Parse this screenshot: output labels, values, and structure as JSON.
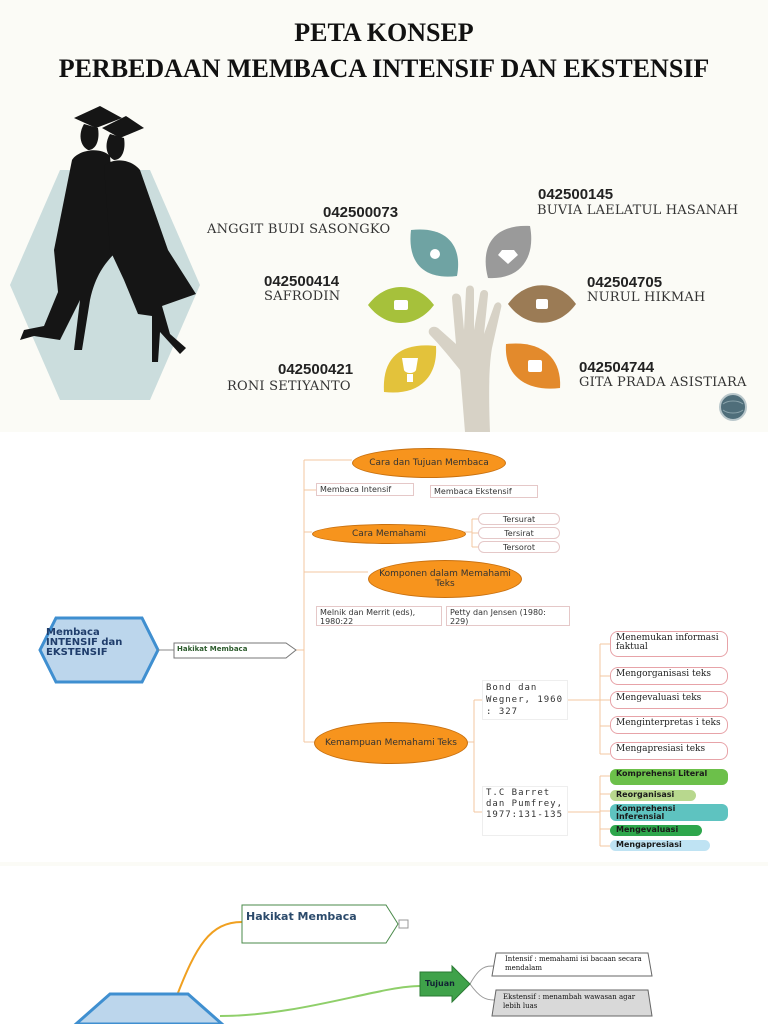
{
  "title": {
    "line1": "PETA KONSEP",
    "line2": "PERBEDAAN MEMBACA INTENSIF DAN EKSTENSIF"
  },
  "members": [
    {
      "id": "042500073",
      "name": "ANGGIT BUDI SASONGKO"
    },
    {
      "id": "042500145",
      "name": "BUVIA LAELATUL HASANAH"
    },
    {
      "id": "042500414",
      "name": "SAFRODIN"
    },
    {
      "id": "042504705",
      "name": "NURUL HIKMAH"
    },
    {
      "id": "042500421",
      "name": "RONI SETIYANTO"
    },
    {
      "id": "042504744",
      "name": "GITA PRADA ASISTIARA"
    }
  ],
  "colors": {
    "teal": "#6fa3a3",
    "grey": "#9a9a9a",
    "green": "#a6c13b",
    "brown": "#9b7b55",
    "yellow": "#e3c23b",
    "orange": "#e38a2c",
    "cloud": "#f7941d",
    "root": "#bcd6ec"
  },
  "mindmap": {
    "root": "Membaca INTENSIF dan EKSTENSIF",
    "main": "Hakikat Membaca",
    "cloud1": "Cara dan Tujuan Membaca",
    "c1_left": "Membaca Intensif",
    "c1_right": "Membaca Ekstensif",
    "cloud2": "Cara Memahami",
    "c2_items": [
      "Tersurat",
      "Tersirat",
      "Tersorot"
    ],
    "cloud3": "Komponen dalam Memahami Teks",
    "c3_left": "Melnik dan Merrit (eds), 1980:22",
    "c3_right": "Petty dan Jensen (1980: 229)",
    "cloud4": "Kemampuan Memahami Teks",
    "bond": "Bond dan Wegner, 1960 : 327",
    "bond_items": [
      "Menemukan informasi faktual",
      "Mengorganisasi teks",
      "Mengevaluasi teks",
      "Menginterpretas i teks",
      "Mengapresiasi teks"
    ],
    "barret": "T.C Barret dan Pumfrey, 1977:131-135",
    "barret_items": [
      "Komprehensi Literal",
      "Reorganisasi",
      "Komprehensi Inferensial",
      "Mengevaluasi",
      "Mengapresiasi"
    ]
  },
  "lower": {
    "main": "Hakikat Membaca",
    "tujuan": "Tujuan",
    "intensif": "Intensif : memahami isi bacaan secara mendalam",
    "ekstensif": "Ekstensif : menambah wawasan agar lebih luas"
  }
}
